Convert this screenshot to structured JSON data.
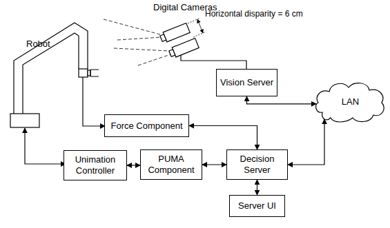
{
  "diagram": {
    "nodes": [
      {
        "text": [
          "Vision Server"
        ]
      },
      {
        "text": [
          "LAN"
        ]
      },
      {
        "text": [
          "Force Component"
        ]
      },
      {
        "text": [
          "Unimation Controller"
        ]
      },
      {
        "text": [
          "PUMA Component"
        ]
      },
      {
        "text": [
          "Decision Server"
        ]
      },
      {
        "text": [
          "Server UI"
        ]
      }
    ],
    "edges": [
      {
        "from": 0,
        "to": 1,
        "arrow": "both"
      },
      {
        "from": 2,
        "to": 5,
        "arrow": "both"
      },
      {
        "from": 3,
        "to": 4,
        "arrow": "both"
      },
      {
        "from": 4,
        "to": 5,
        "arrow": "both"
      },
      {
        "from": 5,
        "to": 1,
        "arrow": "both"
      },
      {
        "from": 5,
        "to": 6,
        "arrow": "both"
      }
    ],
    "labels": [
      "Digital Cameras",
      "Horizontal disparity = 6 cm",
      "Robot"
    ]
  }
}
